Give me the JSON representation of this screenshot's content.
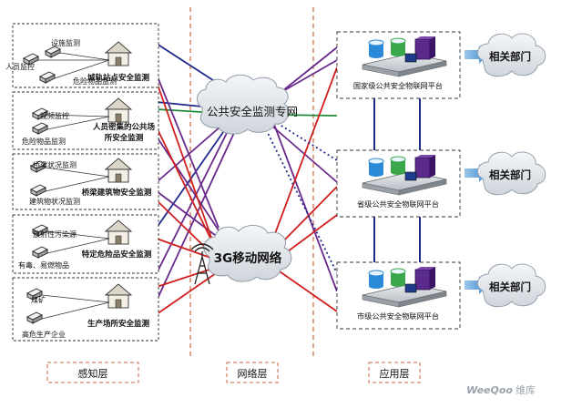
{
  "perception_groups": [
    {
      "title": "城轨站点安全监测",
      "items": [
        "设施监测",
        "人员监控",
        "危险物品监测"
      ]
    },
    {
      "title": "人员密集的公共场",
      "title2": "所安全监测",
      "items": [
        "视频监控",
        "危险物品监测"
      ]
    },
    {
      "title": "桥梁建筑物安全监测",
      "items": [
        "桥梁状况监测",
        "建筑物状况监测"
      ]
    },
    {
      "title": "特定危险品安全监测",
      "items": [
        "放射性污染源",
        "有毒、易燃物品"
      ]
    },
    {
      "title": "生产场所安全监测",
      "items": [
        "煤矿",
        "高危生产企业"
      ]
    }
  ],
  "network": {
    "cloud_top": "公共安全监测专网",
    "cloud_bottom": "3G移动网络"
  },
  "platforms": [
    "国家级公共安全物联网平台",
    "省级公共安全物联网平台",
    "市级公共安全物联网平台"
  ],
  "dept_label": "相关部门",
  "layers": [
    "感知层",
    "网络层",
    "应用层"
  ],
  "watermark": {
    "brand": "WeeQoo",
    "suffix": "维库"
  },
  "colors": {
    "blue_link": "#1f2a8c",
    "red_link": "#d01f1f",
    "purple_link": "#6a2a8c",
    "green_link": "#1f8c3a",
    "arrow": "#5aa0d8"
  }
}
